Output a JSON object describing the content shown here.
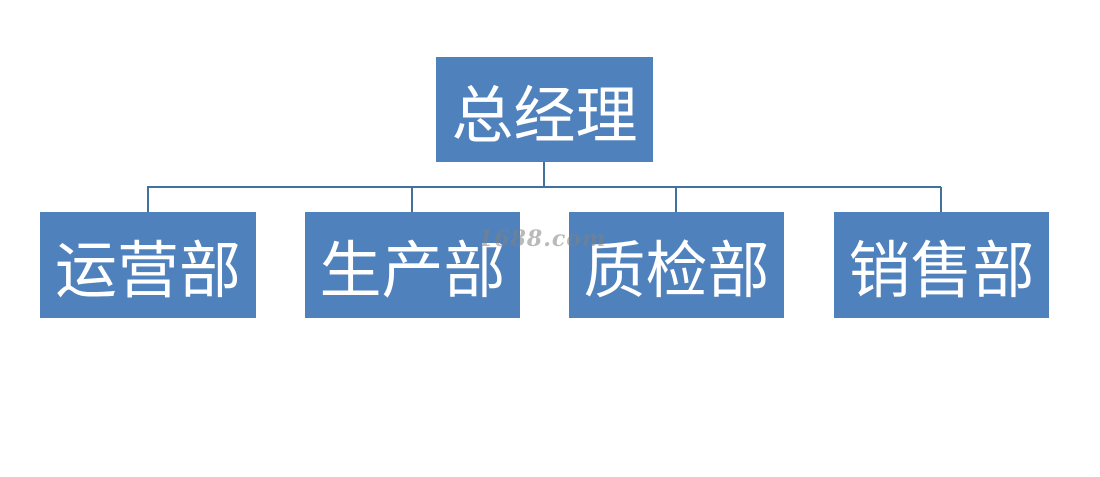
{
  "colors": {
    "node_fill": "#4f81bd",
    "connector": "#41719c",
    "node_text": "#ffffff"
  },
  "root": {
    "label": "总经理"
  },
  "departments": [
    {
      "label": "运营部"
    },
    {
      "label": "生产部"
    },
    {
      "label": "质检部"
    },
    {
      "label": "销售部"
    }
  ],
  "watermark": {
    "text": "1688.com"
  }
}
